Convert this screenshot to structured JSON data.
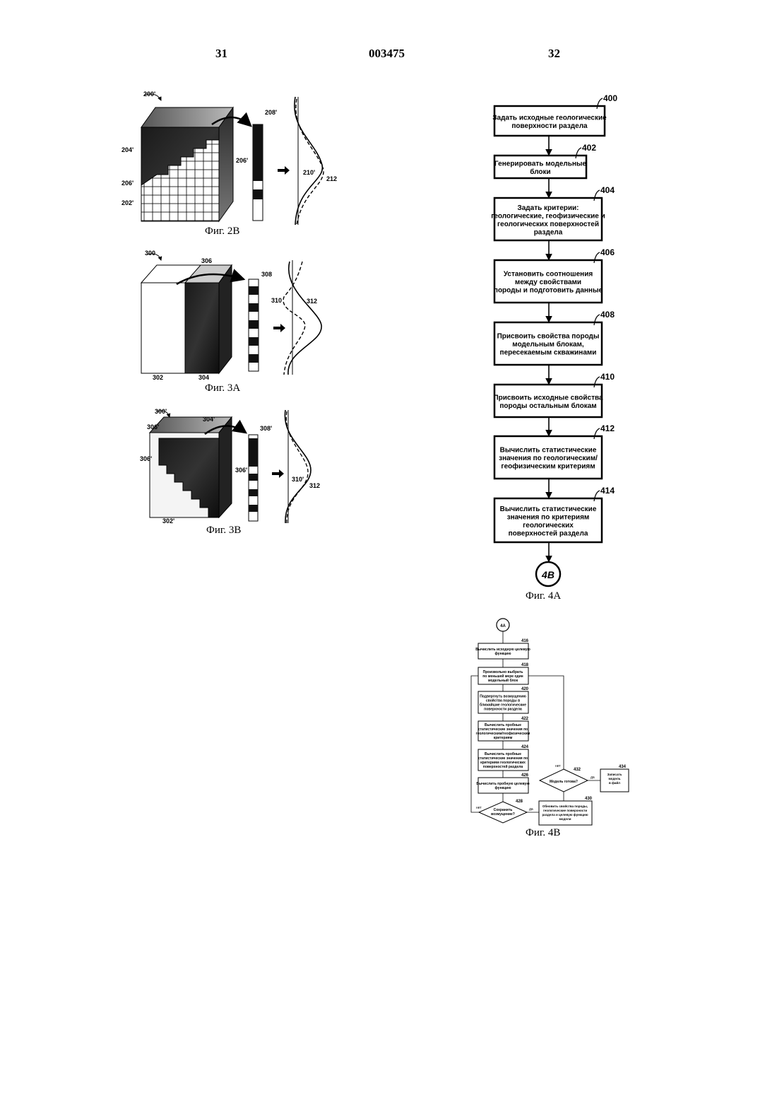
{
  "header": {
    "page_left": "31",
    "doc_number": "003475",
    "page_right": "32"
  },
  "figures": {
    "fig2b": {
      "caption": "Фиг. 2В",
      "labels": [
        "200'",
        "204'",
        "206'",
        "202'",
        "208'",
        "206'",
        "210'",
        "212"
      ]
    },
    "fig3a": {
      "caption": "Фиг. 3А",
      "labels": [
        "300",
        "306",
        "308",
        "310",
        "312",
        "302",
        "304"
      ]
    },
    "fig3b": {
      "caption": "Фиг. 3В",
      "labels": [
        "300'",
        "304'",
        "306'",
        "308'",
        "306'",
        "306'",
        "310'",
        "312",
        "302'"
      ]
    },
    "fig4a": {
      "caption": "Фиг. 4А",
      "connector": "4B",
      "steps": [
        {
          "num": "400",
          "lines": [
            "Задать исходные геологические",
            "поверхности раздела"
          ]
        },
        {
          "num": "402",
          "lines": [
            "Генерировать модельные",
            "блоки"
          ]
        },
        {
          "num": "404",
          "lines": [
            "Задать критерии:",
            "геологические, геофизические и",
            "геологических поверхностей",
            "раздела"
          ]
        },
        {
          "num": "406",
          "lines": [
            "Установить соотношения",
            "между свойствами",
            "породы и подготовить данные"
          ]
        },
        {
          "num": "408",
          "lines": [
            "Присвоить свойства породы",
            "модельным блокам,",
            "пересекаемым скважинами"
          ]
        },
        {
          "num": "410",
          "lines": [
            "Присвоить исходные свойства",
            "породы остальным блокам"
          ]
        },
        {
          "num": "412",
          "lines": [
            "Вычислить статистические",
            "значения по геологическим/",
            "геофизическим критериям"
          ]
        },
        {
          "num": "414",
          "lines": [
            "Вычислить статистические",
            "значения по критериям",
            "геологических",
            "поверхностей раздела"
          ]
        }
      ]
    },
    "fig4b": {
      "caption": "Фиг. 4В",
      "connector": "4A",
      "steps": [
        {
          "num": "416",
          "lines": [
            "Вычислить исходную целевую",
            "функцию"
          ]
        },
        {
          "num": "418",
          "lines": [
            "Произвольно выбрать",
            "по меньшей мере один",
            "модельный блок"
          ]
        },
        {
          "num": "420",
          "lines": [
            "Подвергнуть возмущению",
            "свойства породы в",
            "ближайшие геологические",
            "поверхности раздела"
          ]
        },
        {
          "num": "422",
          "lines": [
            "Вычислить пробные",
            "статистические значения по",
            "геологическим/геофизическим",
            "критериям"
          ]
        },
        {
          "num": "424",
          "lines": [
            "Вычислить пробные",
            "статистические значения по",
            "критериям геологических",
            "поверхностей раздела"
          ]
        },
        {
          "num": "426",
          "lines": [
            "Вычислить пробную целевую",
            "функцию"
          ]
        }
      ],
      "decision_428": {
        "num": "428",
        "lines": [
          "Сохранить",
          "возмущение?"
        ],
        "no": "нет",
        "yes": "да"
      },
      "box_430": {
        "num": "430",
        "lines": [
          "Обновить свойства породы,",
          "геологические поверхности",
          "раздела и целевую функцию",
          "модели"
        ]
      },
      "decision_432": {
        "num": "432",
        "lines": [
          "Модель готова?"
        ],
        "no": "нет",
        "yes": "да"
      },
      "box_434": {
        "num": "434",
        "lines": [
          "Записать",
          "модель",
          "в файл"
        ]
      }
    }
  }
}
